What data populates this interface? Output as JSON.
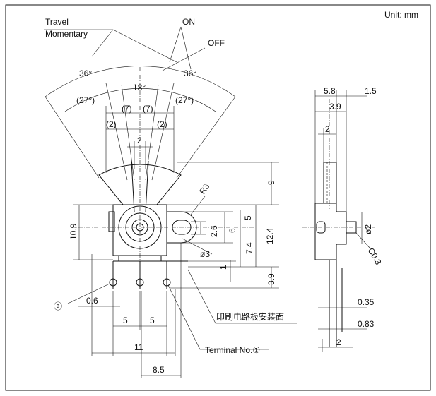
{
  "header": {
    "unit": "Unit: mm"
  },
  "labels": {
    "travel": "Travel",
    "momentary": "Momentary",
    "on": "ON",
    "off": "OFF",
    "pcb_surface": "印刷电路板安装面",
    "terminal_no": "Terminal No.①",
    "marker_a": "ⓐ"
  },
  "angles": {
    "a36_left": "36°",
    "a36_right": "36°",
    "a18": "18°",
    "a27_left": "(27°)",
    "a27_right": "(27°)",
    "a7_left": "(7)",
    "a7_right": "(7)",
    "p2_left": "(2)",
    "p2_right": "(2)"
  },
  "dims": {
    "d2_top": "2",
    "r3": "R3",
    "d9": "9",
    "d5_right": "5",
    "d2_6": "2.6",
    "d6": "6",
    "d12_4": "12.4",
    "d7_4": "7.4",
    "phi3": "ø3",
    "d1": "1",
    "d3_9": "3.9",
    "d10_9": "10.9",
    "d0_6": "0.6",
    "d5_a": "5",
    "d5_b": "5",
    "d11": "11",
    "d8_5": "8.5",
    "s5_8": "5.8",
    "s1_5": "1.5",
    "s3_9": "3.9",
    "s2_top": "2",
    "phi2": "ø2",
    "c0_3": "C0.3",
    "s0_35": "0.35",
    "s0_83": "0.83",
    "s2_bottom": "2"
  }
}
